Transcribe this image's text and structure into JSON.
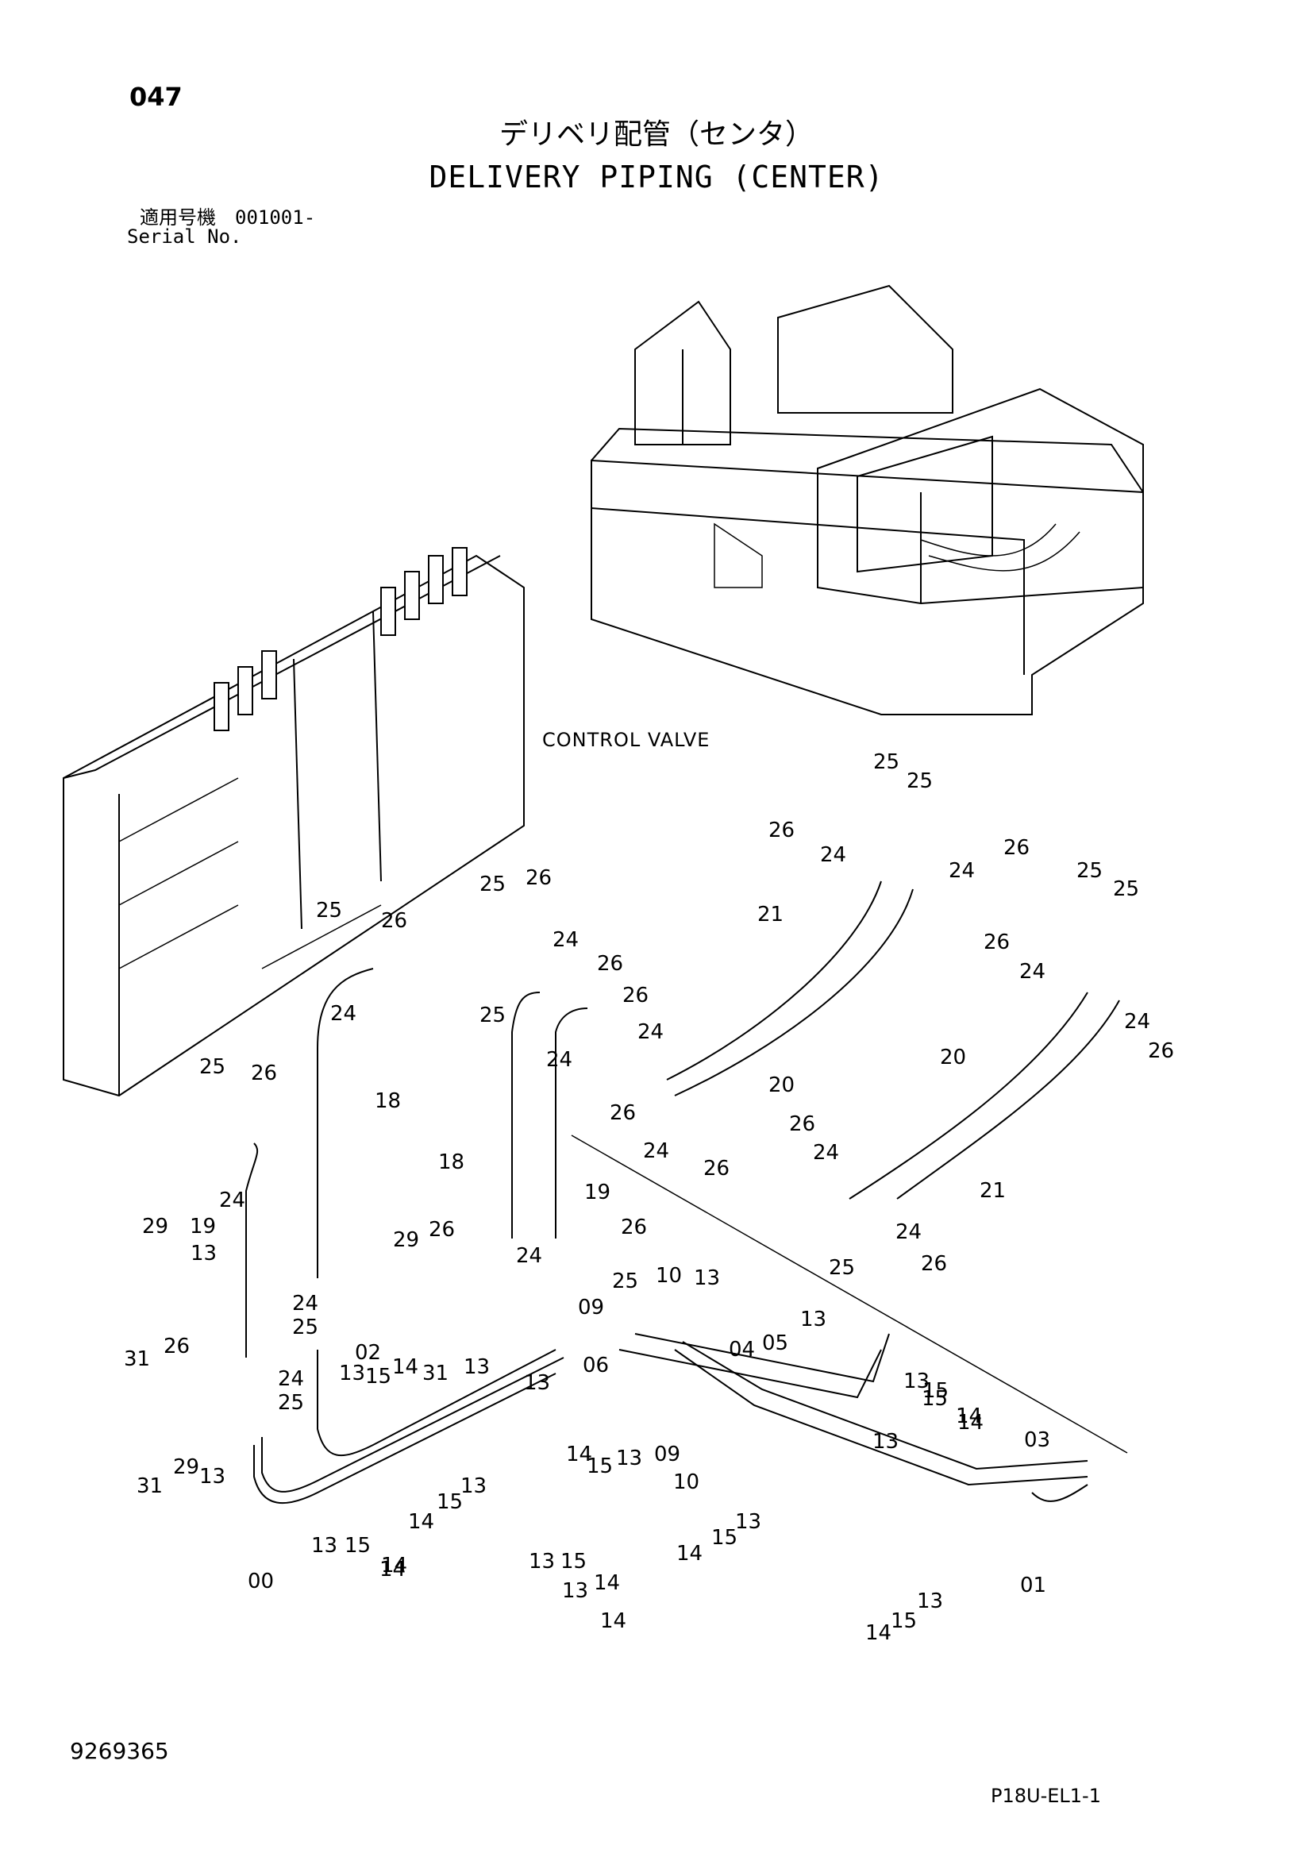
{
  "header": {
    "page_no": "047",
    "title_jp": "デリベリ配管（センタ）",
    "title_en": "DELIVERY PIPING (CENTER)",
    "serial_jp": "適用号機　001001-",
    "serial_en": "Serial No."
  },
  "labels": {
    "control_valve": "CONTROL VALVE"
  },
  "footer": {
    "doc_no": "9269365",
    "sheet_code": "P18U-EL1-1"
  },
  "callouts": [
    {
      "id": "c1",
      "text": "25"
    },
    {
      "id": "c2",
      "text": "25"
    },
    {
      "id": "c3",
      "text": "26"
    },
    {
      "id": "c4",
      "text": "24"
    },
    {
      "id": "c5",
      "text": "24"
    },
    {
      "id": "c6",
      "text": "26"
    },
    {
      "id": "c7",
      "text": "21"
    },
    {
      "id": "c8",
      "text": "25"
    },
    {
      "id": "c9",
      "text": "25"
    },
    {
      "id": "c10",
      "text": "26"
    },
    {
      "id": "c11",
      "text": "24"
    },
    {
      "id": "c12",
      "text": "24"
    },
    {
      "id": "c13",
      "text": "26"
    },
    {
      "id": "c14",
      "text": "25"
    },
    {
      "id": "c15",
      "text": "26"
    },
    {
      "id": "c16",
      "text": "24"
    },
    {
      "id": "c17",
      "text": "25"
    },
    {
      "id": "c18",
      "text": "26"
    },
    {
      "id": "c19",
      "text": "26"
    },
    {
      "id": "c20",
      "text": "24"
    },
    {
      "id": "c21",
      "text": "25"
    },
    {
      "id": "c22",
      "text": "24"
    },
    {
      "id": "c23",
      "text": "26"
    },
    {
      "id": "c24",
      "text": "24"
    },
    {
      "id": "c25",
      "text": "20"
    },
    {
      "id": "c26",
      "text": "20"
    },
    {
      "id": "c27",
      "text": "25"
    },
    {
      "id": "c28",
      "text": "26"
    },
    {
      "id": "c29",
      "text": "24"
    },
    {
      "id": "c30",
      "text": "18"
    },
    {
      "id": "c31",
      "text": "18"
    },
    {
      "id": "c32",
      "text": "19"
    },
    {
      "id": "c33",
      "text": "26"
    },
    {
      "id": "c34",
      "text": "24"
    },
    {
      "id": "c35",
      "text": "26"
    },
    {
      "id": "c36",
      "text": "24"
    },
    {
      "id": "c37",
      "text": "24"
    },
    {
      "id": "c38",
      "text": "21"
    },
    {
      "id": "c39",
      "text": "26"
    },
    {
      "id": "c40",
      "text": "25"
    },
    {
      "id": "c41",
      "text": "26"
    },
    {
      "id": "c42",
      "text": "24"
    },
    {
      "id": "c43",
      "text": "26"
    },
    {
      "id": "c44",
      "text": "25"
    },
    {
      "id": "c45",
      "text": "29"
    },
    {
      "id": "c46",
      "text": "13"
    },
    {
      "id": "c47",
      "text": "19"
    },
    {
      "id": "c48",
      "text": "29"
    },
    {
      "id": "c49",
      "text": "26"
    },
    {
      "id": "c50",
      "text": "24"
    },
    {
      "id": "c51",
      "text": "25"
    },
    {
      "id": "c52",
      "text": "31"
    },
    {
      "id": "c53",
      "text": "26"
    },
    {
      "id": "c54",
      "text": "13"
    },
    {
      "id": "c55",
      "text": "15"
    },
    {
      "id": "c56",
      "text": "14"
    },
    {
      "id": "c57",
      "text": "31"
    },
    {
      "id": "c58",
      "text": "13"
    },
    {
      "id": "c59",
      "text": "09"
    },
    {
      "id": "c60",
      "text": "10"
    },
    {
      "id": "c61",
      "text": "13"
    },
    {
      "id": "c62",
      "text": "13"
    },
    {
      "id": "c63",
      "text": "04"
    },
    {
      "id": "c64",
      "text": "05"
    },
    {
      "id": "c65",
      "text": "02"
    },
    {
      "id": "c66",
      "text": "24"
    },
    {
      "id": "c67",
      "text": "25"
    },
    {
      "id": "c68",
      "text": "06"
    },
    {
      "id": "c69",
      "text": "13"
    },
    {
      "id": "c70",
      "text": "15"
    },
    {
      "id": "c71",
      "text": "14"
    },
    {
      "id": "c72",
      "text": "31"
    },
    {
      "id": "c73",
      "text": "29"
    },
    {
      "id": "c74",
      "text": "13"
    },
    {
      "id": "c75",
      "text": "13"
    },
    {
      "id": "c76",
      "text": "14"
    },
    {
      "id": "c77",
      "text": "13"
    },
    {
      "id": "c78",
      "text": "15"
    },
    {
      "id": "c79",
      "text": "14"
    },
    {
      "id": "c80",
      "text": "15"
    },
    {
      "id": "c81",
      "text": "09"
    },
    {
      "id": "c82",
      "text": "13"
    },
    {
      "id": "c83",
      "text": "03"
    },
    {
      "id": "c84",
      "text": "10"
    },
    {
      "id": "c85",
      "text": "15"
    },
    {
      "id": "c86",
      "text": "13"
    },
    {
      "id": "c87",
      "text": "14"
    },
    {
      "id": "c88",
      "text": "14"
    },
    {
      "id": "c89",
      "text": "13"
    },
    {
      "id": "c90",
      "text": "15"
    },
    {
      "id": "c91",
      "text": "14"
    },
    {
      "id": "c92",
      "text": "13"
    },
    {
      "id": "c93",
      "text": "15"
    },
    {
      "id": "c94",
      "text": "14"
    },
    {
      "id": "c95",
      "text": "13"
    },
    {
      "id": "c96",
      "text": "15"
    },
    {
      "id": "c97",
      "text": "14"
    },
    {
      "id": "c98",
      "text": "00"
    },
    {
      "id": "c99",
      "text": "01"
    },
    {
      "id": "c100",
      "text": "13"
    },
    {
      "id": "c101",
      "text": "14"
    },
    {
      "id": "c102",
      "text": "15"
    },
    {
      "id": "c103",
      "text": "13"
    },
    {
      "id": "c104",
      "text": "14"
    }
  ]
}
